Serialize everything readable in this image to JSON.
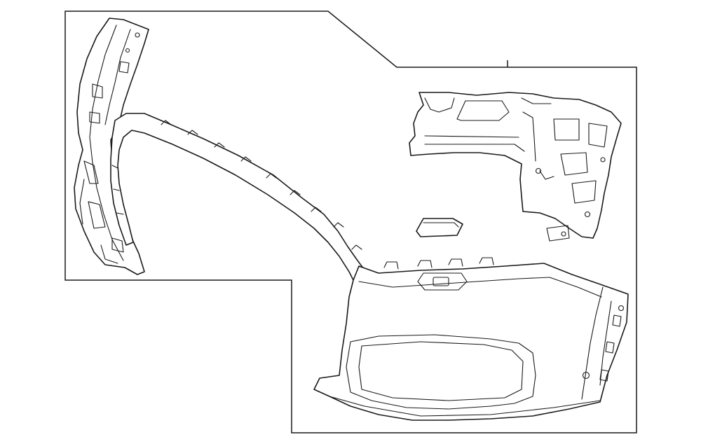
{
  "diagram": {
    "type": "parts-exploded-view",
    "colors": {
      "line": "#1a1a1a",
      "background": "#ffffff"
    },
    "parts": [
      {
        "name": "upper-retainer-strip"
      },
      {
        "name": "bumper-cover"
      },
      {
        "name": "reinforcement-bracket"
      },
      {
        "name": "tow-hook-cap"
      },
      {
        "name": "side-guide-bracket"
      }
    ]
  }
}
